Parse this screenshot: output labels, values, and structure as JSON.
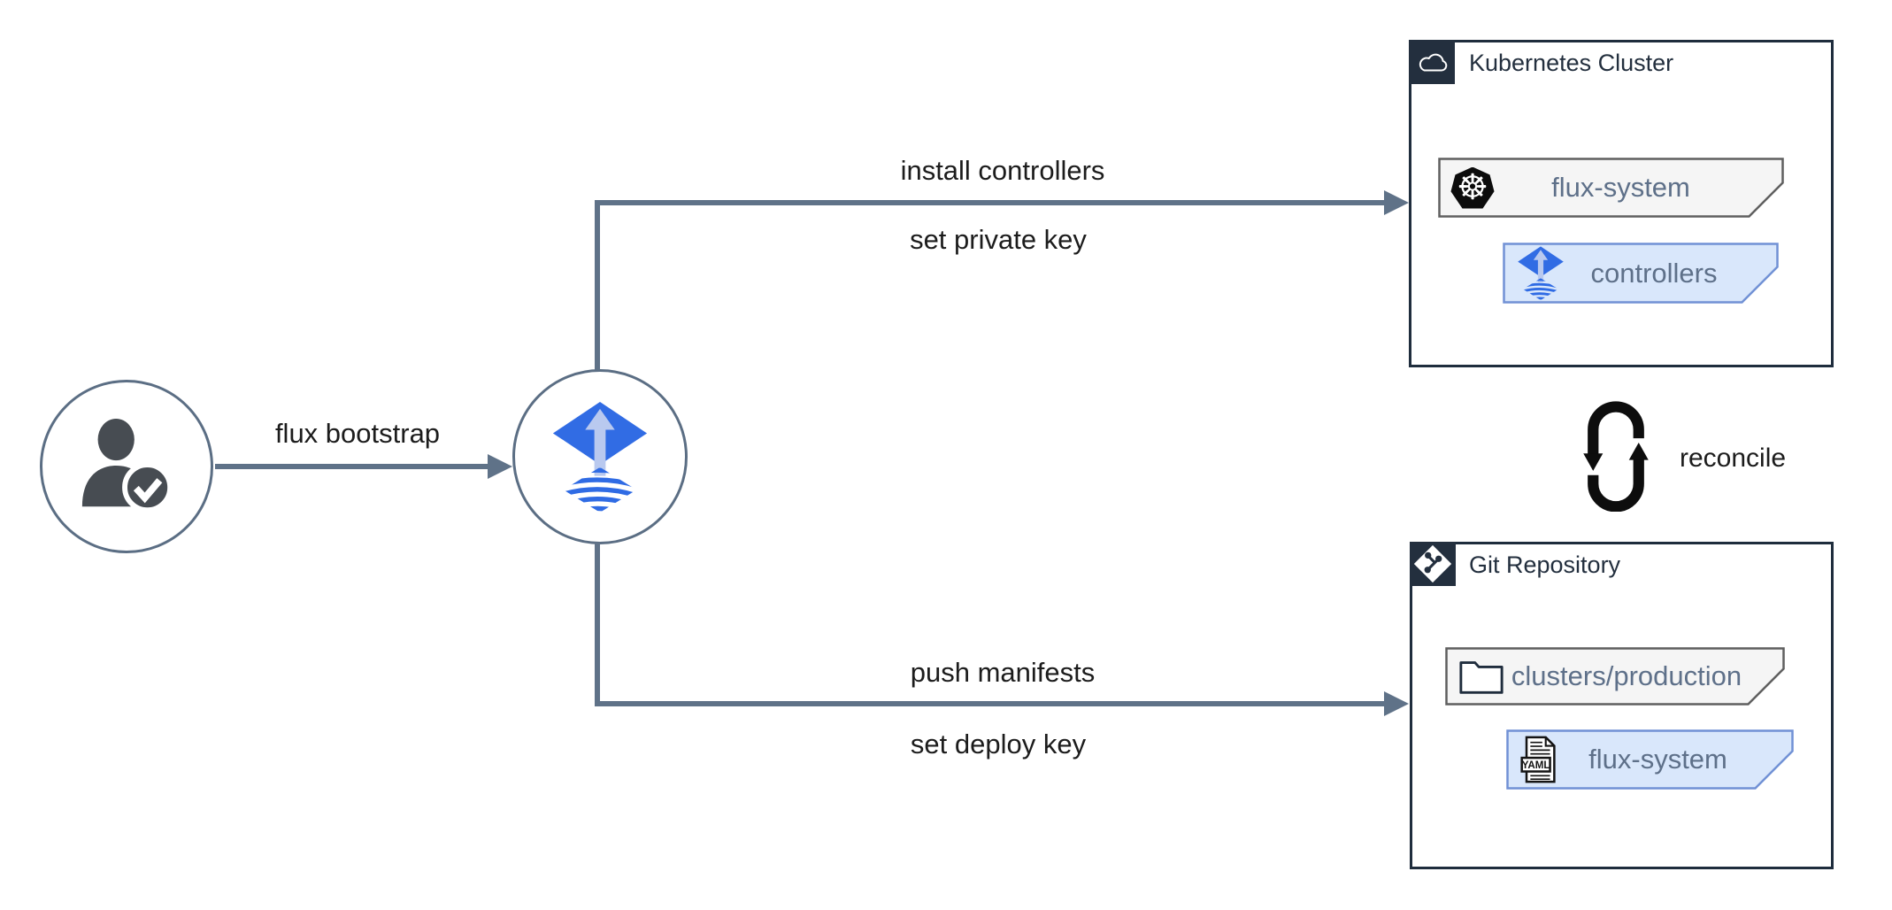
{
  "edges": {
    "bootstrap": {
      "label": "flux bootstrap"
    },
    "install": {
      "line1": "install controllers",
      "line2": "set private key"
    },
    "push": {
      "line1": "push manifests",
      "line2": "set deploy key"
    },
    "reconcile": {
      "label": "reconcile"
    }
  },
  "kubernetes_cluster": {
    "title": "Kubernetes Cluster",
    "header_icon": "cloud-icon",
    "items": [
      {
        "label": "flux-system",
        "icon": "kubernetes-icon"
      },
      {
        "label": "controllers",
        "icon": "flux-icon"
      }
    ]
  },
  "git_repository": {
    "title": "Git Repository",
    "header_icon": "git-icon",
    "yaml_badge": "YAML",
    "items": [
      {
        "label": "clusters/production",
        "icon": "folder-icon"
      },
      {
        "label": "flux-system",
        "icon": "yaml-file-icon"
      }
    ]
  },
  "nodes": {
    "user": {
      "icon": "user-check-icon"
    },
    "flux_cli": {
      "icon": "flux-icon"
    }
  },
  "colors": {
    "navy": "#232f3e",
    "connector": "#5f7288",
    "flux_blue": "#316ce4",
    "flux_arrow_light": "#b9c9ef",
    "banner_gray_fill": "#f5f5f5",
    "banner_gray_stroke": "#5f5f5f",
    "banner_blue_fill": "#d9e7fb",
    "banner_blue_stroke": "#7191d5",
    "banner_text": "#5e7089",
    "edge_label_text": "#1c1c1c"
  }
}
